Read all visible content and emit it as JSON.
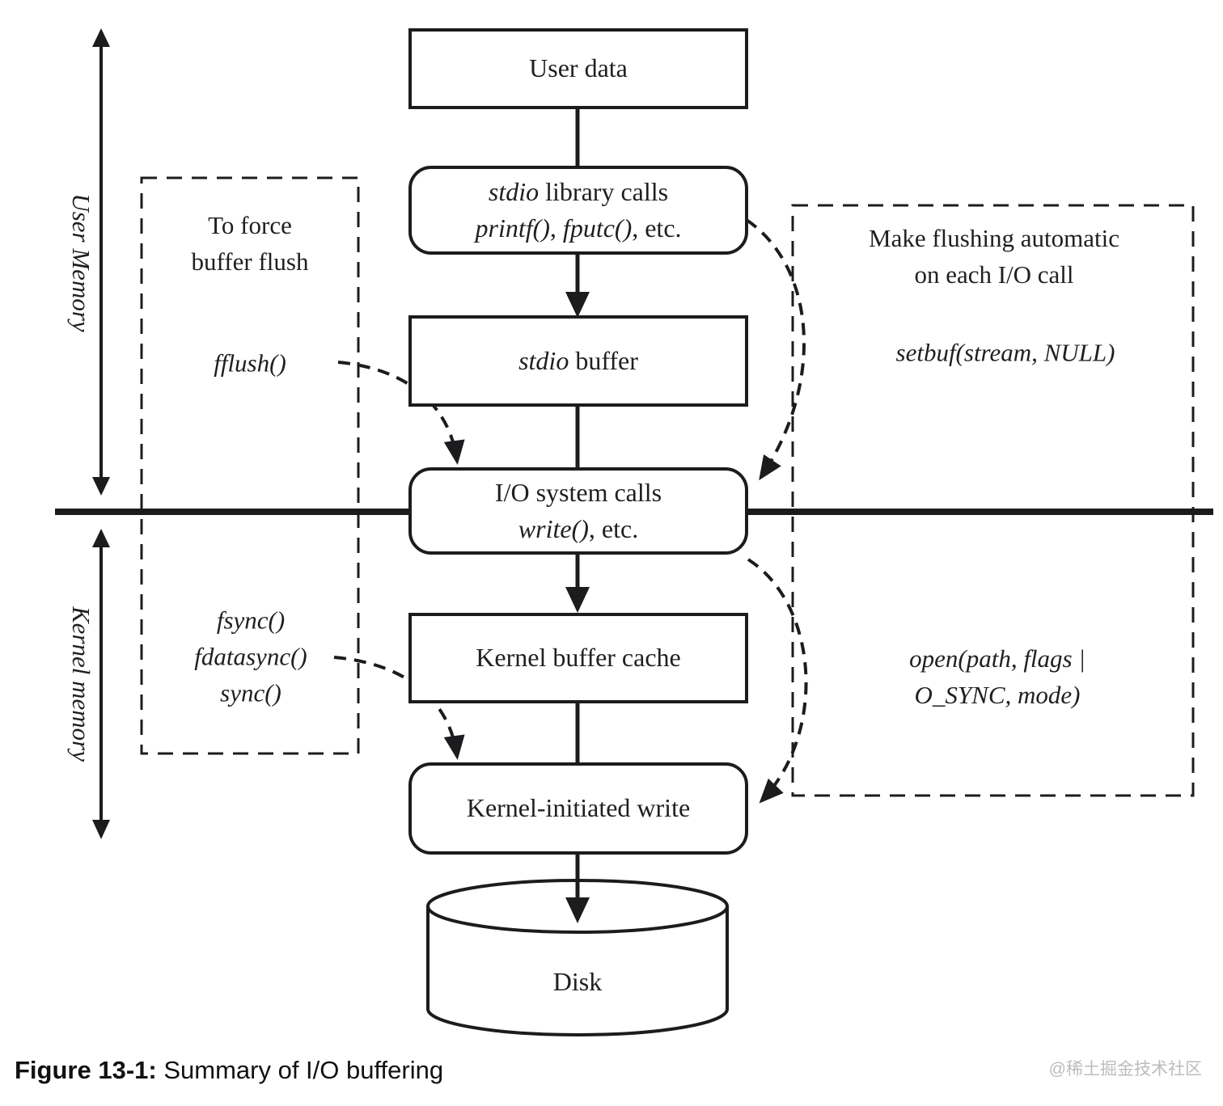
{
  "figure": {
    "caption_label": "Figure 13-1:",
    "caption_text": " Summary of I/O buffering",
    "watermark": "@稀土掘金技术社区"
  },
  "memory_regions": {
    "user": "User Memory",
    "kernel": "Kernel memory"
  },
  "flow": {
    "user_data": "User data",
    "stdio_calls": {
      "l1_italic": "stdio",
      "l1_rest": " library calls",
      "l2_italic1": "printf()",
      "l2_sep": ", ",
      "l2_italic2": "fputc()",
      "l2_rest": ", etc."
    },
    "stdio_buffer": {
      "italic": "stdio",
      "rest": " buffer"
    },
    "io_syscalls": {
      "l1": "I/O system calls",
      "l2_italic": "write()",
      "l2_rest": ", etc."
    },
    "kernel_buffer_cache": "Kernel buffer cache",
    "kernel_initiated_write": "Kernel-initiated write",
    "disk": "Disk"
  },
  "annotations": {
    "force_flush": {
      "title_l1": "To force",
      "title_l2": "buffer flush",
      "user_call": "fflush()",
      "kernel_calls": [
        "fsync()",
        "fdatasync()",
        "sync()"
      ]
    },
    "auto_flush": {
      "title_l1": "Make flushing automatic",
      "title_l2": "on each I/O call",
      "user_call": "setbuf(stream, NULL)",
      "kernel_call_l1": "open(path, flags |",
      "kernel_call_l2": "O_SYNC, mode)"
    }
  },
  "colors": {
    "ink": "#1c1c1e",
    "watermark": "#bcbcbc"
  }
}
